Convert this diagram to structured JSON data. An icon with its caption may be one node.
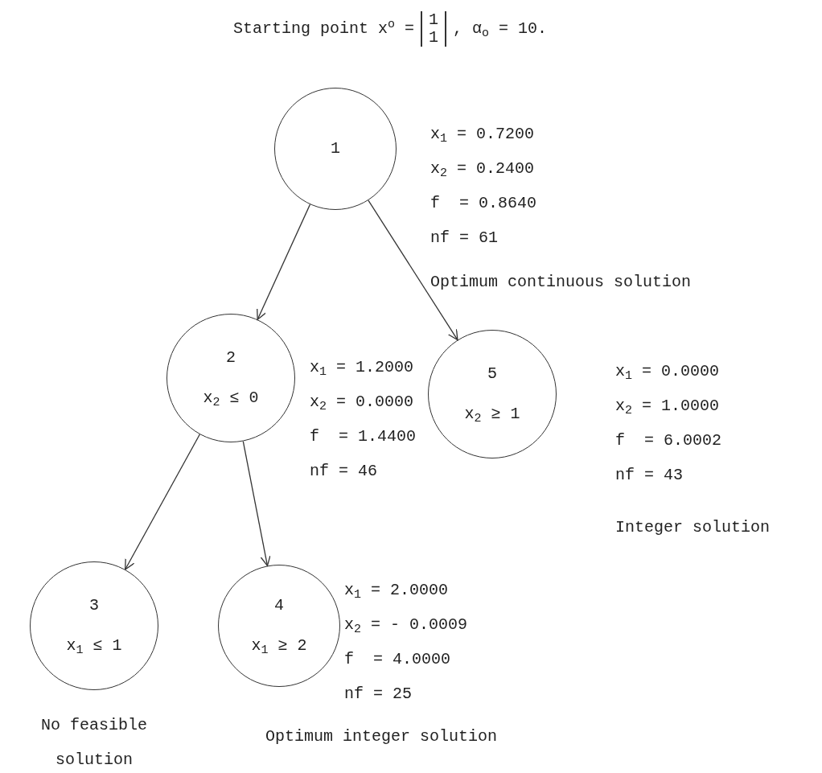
{
  "diagram": {
    "title": "Starting point x$^{o}$ =",
    "nodes": [
      {
        "text": [
          "1"
        ],
        "beside": [
          "x$_{1}$ = 0.7200",
          "x$_{2}$ = 0.2400",
          "f  = 0.8640",
          "nf = 61",
          "Optimum continuous solution"
        ]
      },
      {
        "text": [
          "2",
          "x$_{2}$ ≤ 0"
        ],
        "beside": [
          "x$_{1}$ = 1.2000",
          "x$_{2}$ = 0.0000",
          "f  = 1.4400",
          "nf = 46"
        ]
      },
      {
        "text": [
          "5",
          "x$_{2}$ ≥ 1"
        ],
        "beside": [
          "x$_{1}$ = 0.0000",
          "x$_{2}$ = 1.0000",
          "f  = 6.0002",
          "nf = 43",
          "Integer solution"
        ]
      },
      {
        "text": [
          "3",
          "x$_{1}$ ≤ 1"
        ],
        "beside": [
          "No feasible solution"
        ]
      },
      {
        "text": [
          "4",
          "x$_{1}$ ≥ 2"
        ],
        "beside": [
          "x$_{1}$ = 2.0000",
          "x$_{2}$ = - 0.0009",
          "f  = 4.0000",
          "nf = 25",
          "Optimum integer solution"
        ]
      }
    ],
    "edges": [
      {
        "from": 0,
        "to": 1,
        "arrow": "to"
      },
      {
        "from": 0,
        "to": 2,
        "arrow": "to"
      },
      {
        "from": 1,
        "to": 3,
        "arrow": "to"
      },
      {
        "from": 1,
        "to": 4,
        "arrow": "to"
      }
    ],
    "labels": [
      "1",
      "1",
      ", α$_{o}$ = 10."
    ]
  }
}
